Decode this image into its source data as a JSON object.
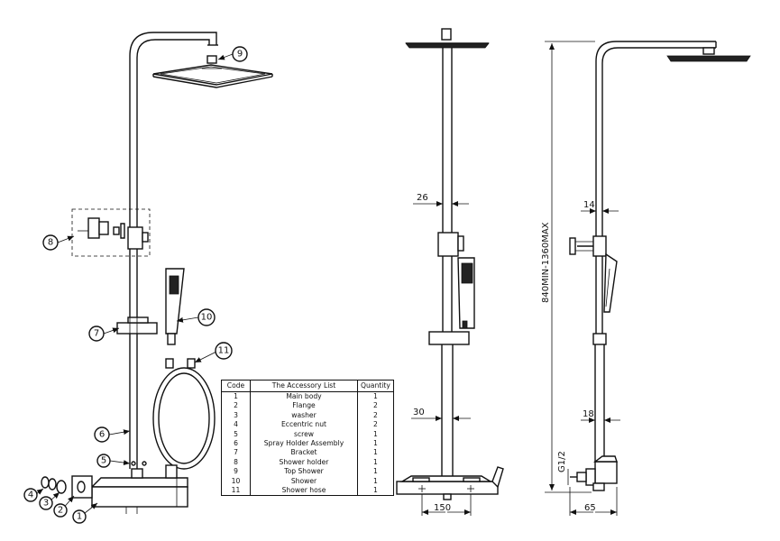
{
  "callouts": [
    "1",
    "2",
    "3",
    "4",
    "5",
    "6",
    "7",
    "8",
    "9",
    "10",
    "11"
  ],
  "dimensions": {
    "rod_diameter": "26",
    "lower_rod_diameter": "30",
    "mixer_width": "150",
    "height_range": "840MIN-1360MAX",
    "side_small": "14",
    "side_rod": "18",
    "inlet_thread": "G1/2",
    "wall_offset": "65"
  },
  "accessory_table": {
    "headers": {
      "code": "Code",
      "name": "The Accessory List",
      "qty": "Quantity"
    },
    "rows": [
      {
        "code": "1",
        "name": "Main body",
        "qty": "1"
      },
      {
        "code": "2",
        "name": "Flange",
        "qty": "2"
      },
      {
        "code": "3",
        "name": "washer",
        "qty": "2"
      },
      {
        "code": "4",
        "name": "Eccentric nut",
        "qty": "2"
      },
      {
        "code": "5",
        "name": "screw",
        "qty": "1"
      },
      {
        "code": "6",
        "name": "Spray Holder Assembly",
        "qty": "1"
      },
      {
        "code": "7",
        "name": "Bracket",
        "qty": "1"
      },
      {
        "code": "8",
        "name": "Shower holder",
        "qty": "1"
      },
      {
        "code": "9",
        "name": "Top Shower",
        "qty": "1"
      },
      {
        "code": "10",
        "name": "Shower",
        "qty": "1"
      },
      {
        "code": "11",
        "name": "Shower hose",
        "qty": "1"
      }
    ]
  }
}
